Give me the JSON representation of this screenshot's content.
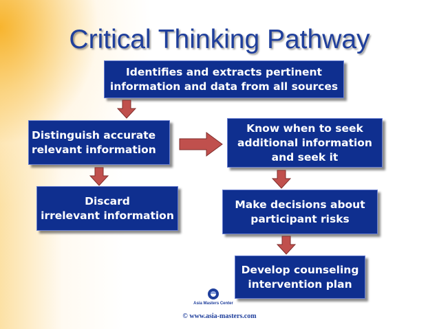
{
  "slide": {
    "title": "Critical Thinking Pathway"
  },
  "boxes": {
    "identifies": "Identifies and extracts pertinent\ninformation and data from all sources",
    "distinguish": "Distinguish accurate\nrelevant information",
    "discard": "Discard\nirrelevant information",
    "know_when": "Know when to seek\nadditional information\nand seek it",
    "decisions": "Make decisions about\nparticipant risks",
    "develop": "Develop counseling\nintervention plan"
  },
  "footer": {
    "logo_text": "Asia Masters Center",
    "copyright": "© www.asia-masters.com"
  },
  "colors": {
    "box_fill": "#0f2f8f",
    "arrow_fill": "#c0504d",
    "title": "#1f3f9c"
  }
}
